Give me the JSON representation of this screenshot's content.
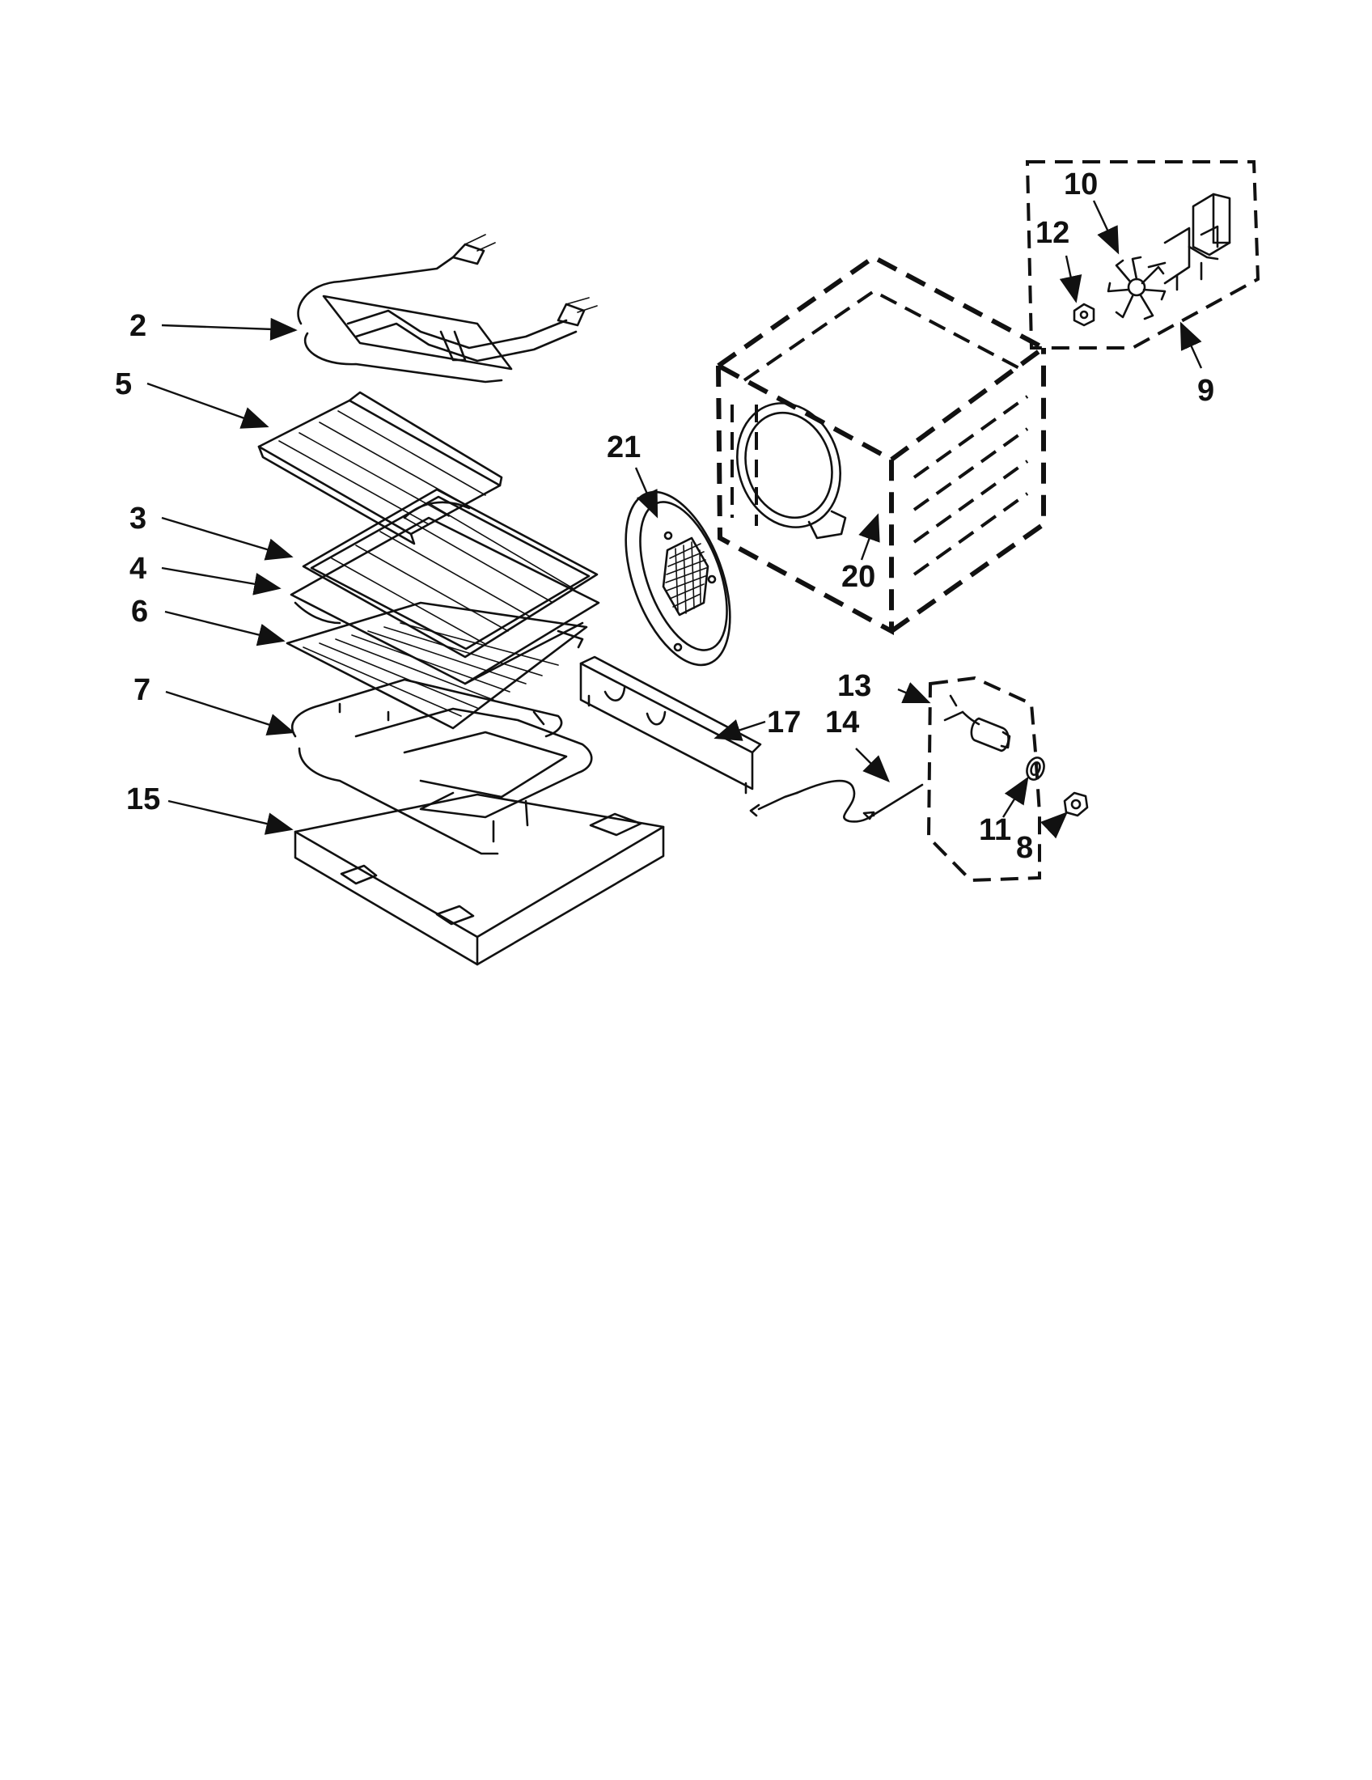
{
  "callouts": [
    {
      "id": "c2",
      "text": "2"
    },
    {
      "id": "c5",
      "text": "5"
    },
    {
      "id": "c3",
      "text": "3"
    },
    {
      "id": "c4",
      "text": "4"
    },
    {
      "id": "c6",
      "text": "6"
    },
    {
      "id": "c7",
      "text": "7"
    },
    {
      "id": "c15",
      "text": "15"
    },
    {
      "id": "c21",
      "text": "21"
    },
    {
      "id": "c20",
      "text": "20"
    },
    {
      "id": "c17",
      "text": "17"
    },
    {
      "id": "c13",
      "text": "13"
    },
    {
      "id": "c14",
      "text": "14"
    },
    {
      "id": "c11",
      "text": "11"
    },
    {
      "id": "c8",
      "text": "8"
    },
    {
      "id": "c10",
      "text": "10"
    },
    {
      "id": "c12",
      "text": "12"
    },
    {
      "id": "c9",
      "text": "9"
    }
  ],
  "colors": {
    "ink": "#111111",
    "paper": "#ffffff"
  }
}
